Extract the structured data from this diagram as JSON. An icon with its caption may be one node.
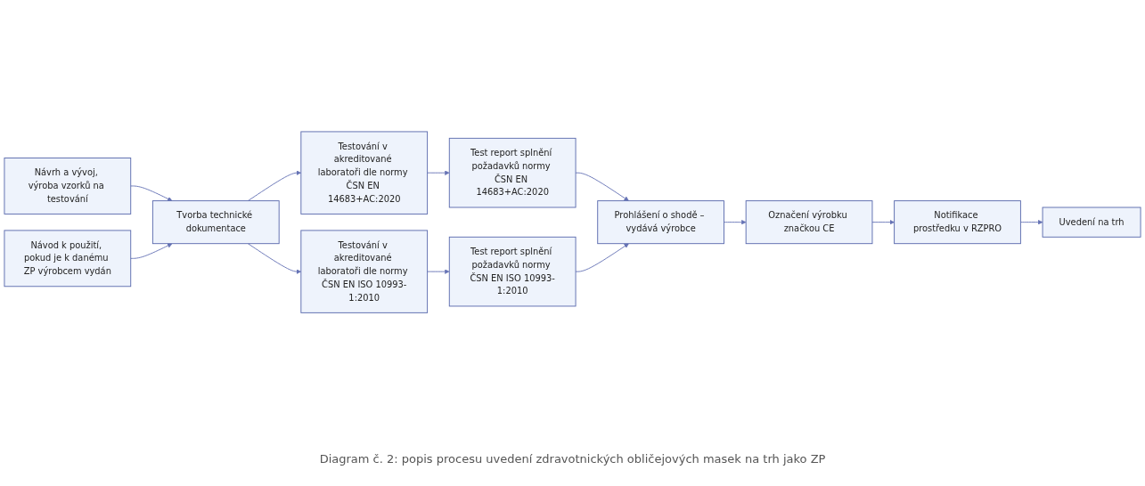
{
  "diagram": {
    "caption": "Diagram č. 2: popis procesu uvedení zdravotnických obličejových masek na trh jako ZP",
    "nodes": [
      {
        "text": [
          "Návrh a vývoj, výroba vzorků na testování"
        ]
      },
      {
        "text": [
          "Tvorba technické dokumentace"
        ]
      },
      {
        "text": [
          "Návod k použití, pokud je k danému ZP výrobcem vydán"
        ]
      },
      {
        "text": [
          "Testování v akreditované laboratoři dle normy ČSN EN 14683+AC:2020"
        ]
      },
      {
        "text": [
          "Testování v akreditované laboratoři dle normy ČSN EN ISO 10993-1:2010"
        ]
      },
      {
        "text": [
          "Test report splnění požadavků normy ČSN EN 14683+AC:2020"
        ]
      },
      {
        "text": [
          "Test report splnění požadavků normy ČSN EN ISO 10993-1:2010"
        ]
      },
      {
        "text": [
          "Prohlášení o shodě – vydává výrobce"
        ]
      },
      {
        "text": [
          "Označení výrobku značkou CE"
        ]
      },
      {
        "text": [
          "Notifikace prostředku v RZPRO"
        ]
      },
      {
        "text": [
          "Uvedení na trh"
        ]
      }
    ],
    "edges": [
      {
        "from": 0,
        "to": 1,
        "arrow": "to"
      },
      {
        "from": 2,
        "to": 1,
        "arrow": "to"
      },
      {
        "from": 1,
        "to": 3,
        "arrow": "to"
      },
      {
        "from": 1,
        "to": 4,
        "arrow": "to"
      },
      {
        "from": 3,
        "to": 5,
        "arrow": "to"
      },
      {
        "from": 4,
        "to": 6,
        "arrow": "to"
      },
      {
        "from": 5,
        "to": 7,
        "arrow": "to"
      },
      {
        "from": 6,
        "to": 7,
        "arrow": "to"
      },
      {
        "from": 7,
        "to": 8,
        "arrow": "to"
      },
      {
        "from": 8,
        "to": 9,
        "arrow": "to"
      },
      {
        "from": 9,
        "to": 10,
        "arrow": "to"
      }
    ]
  }
}
